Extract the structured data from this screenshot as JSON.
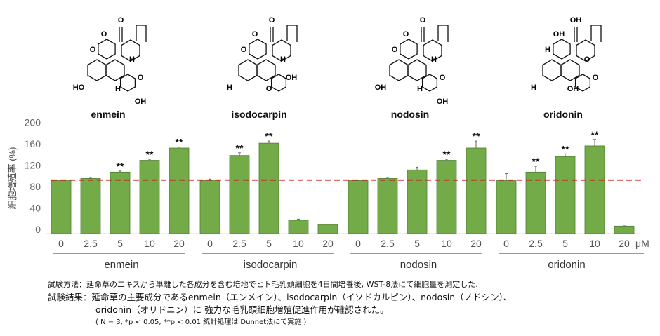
{
  "structures": [
    {
      "name": "enmein",
      "labels": [
        "O",
        "O",
        "O",
        "H",
        "HO",
        "H",
        "O",
        "OH"
      ]
    },
    {
      "name": "isodocarpin",
      "labels": [
        "O",
        "O",
        "O",
        "H",
        "H",
        "O",
        "OH"
      ]
    },
    {
      "name": "nodosin",
      "labels": [
        "O",
        "O",
        "O",
        "H",
        "OH",
        "H",
        "O",
        "OH"
      ]
    },
    {
      "name": "oridonin",
      "labels": [
        "OH",
        "H",
        "OH",
        "O",
        "H",
        "OH",
        "O"
      ]
    }
  ],
  "chart_data": {
    "type": "bar",
    "ylabel": "細胞増殖率 (%)",
    "ylim": [
      0,
      200
    ],
    "yticks": [
      0,
      40,
      80,
      120,
      160,
      200
    ],
    "unit_label": "μM",
    "reference_line": {
      "value": 100,
      "style": "dashed",
      "color": "#cc2222"
    },
    "bar_color": "#72ab48",
    "grid": false,
    "groups": [
      {
        "name": "enmein",
        "categories": [
          "0",
          "2.5",
          "5",
          "10",
          "20"
        ],
        "values": [
          99,
          103,
          115,
          137,
          160
        ],
        "errors": [
          1,
          2,
          2,
          2,
          2
        ],
        "significance": [
          "",
          "",
          "**",
          "**",
          "**"
        ]
      },
      {
        "name": "isodocarpin",
        "categories": [
          "0",
          "2.5",
          "5",
          "10",
          "20"
        ],
        "values": [
          99,
          146,
          169,
          25,
          17
        ],
        "errors": [
          3,
          5,
          4,
          2,
          0.5
        ],
        "significance": [
          "",
          "**",
          "**",
          "",
          ""
        ]
      },
      {
        "name": "nodosin",
        "categories": [
          "0",
          "2.5",
          "5",
          "10",
          "20"
        ],
        "values": [
          99,
          103,
          119,
          137,
          160
        ],
        "errors": [
          0.5,
          2,
          5,
          2,
          13
        ],
        "significance": [
          "",
          "",
          "",
          "**",
          "**"
        ]
      },
      {
        "name": "oridonin",
        "categories": [
          "0",
          "2.5",
          "5",
          "10",
          "20"
        ],
        "values": [
          99,
          115,
          144,
          164,
          14
        ],
        "errors": [
          13,
          11,
          5,
          12,
          0.5
        ],
        "significance": [
          "",
          "**",
          "**",
          "**",
          ""
        ]
      }
    ]
  },
  "notes": {
    "method_label": "試験方法：",
    "method": "延命草のエキスから単離した各成分を含む培地でヒト毛乳頭細胞を4日間培養後, WST-8法にて細胞量を測定した.",
    "result_label": "試験結果：",
    "result_line1": "延命草の主要成分であるenmein（エンメイン）、isodocarpin（イソドカルピン）、nodosin（ノドシン）、",
    "result_line2": "oridonin（オリドニン）に 強力な毛乳頭細胞増殖促進作用が確認された。",
    "stats": "( N = 3, *p < 0.05, **p < 0.01 統計処理は Dunnet法にて実施 )"
  }
}
